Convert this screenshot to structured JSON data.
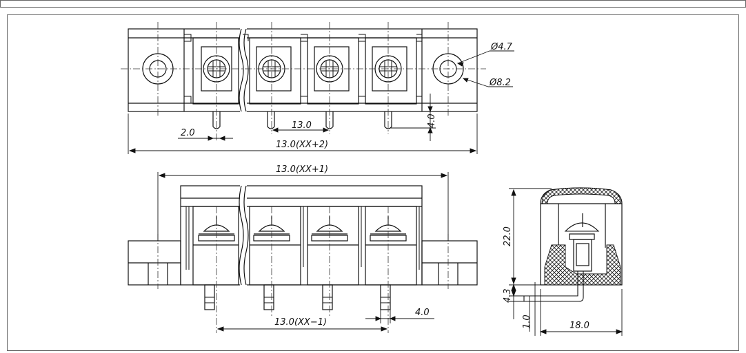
{
  "drawing": {
    "top_view": {
      "dimensions": {
        "hole_diameter": "Ø4.7",
        "boss_diameter": "Ø8.2",
        "pin_width": "2.0",
        "pin_pitch": "13.0",
        "pin_length": "4.0",
        "overall_length": "13.0(XX+2)"
      }
    },
    "front_view": {
      "dimensions": {
        "body_length": "13.0(XX+1)",
        "pin_span": "13.0(XX−1)",
        "pin_offset": "4.0"
      }
    },
    "side_view": {
      "dimensions": {
        "height": "22.0",
        "pin_height": "4.3",
        "pin_thickness": "1.0",
        "depth": "18.0"
      }
    }
  }
}
